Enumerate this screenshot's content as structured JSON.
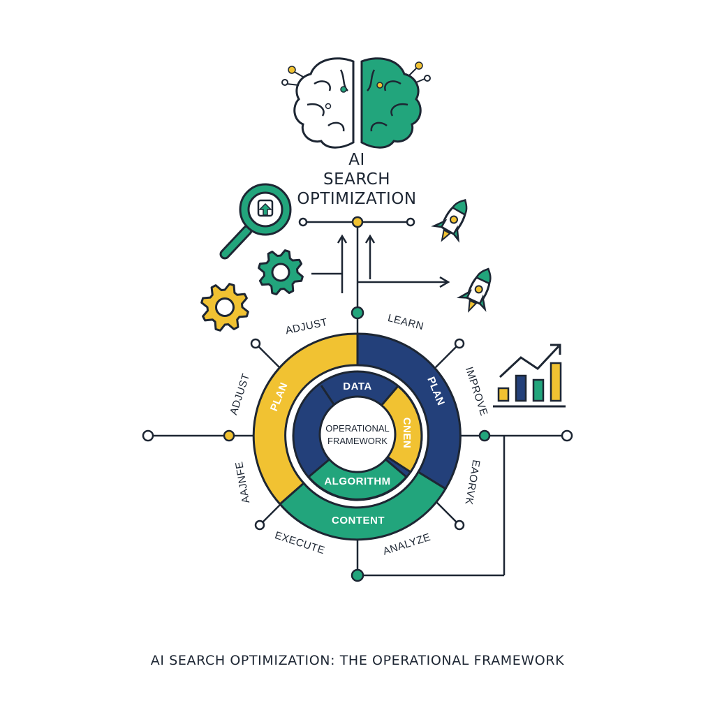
{
  "title": {
    "line1": "AI",
    "line2": "SEARCH",
    "line3": "OPTIMIZATION"
  },
  "caption": "AI SEARCH OPTIMIZATION: THE OPERATIONAL FRAMEWORK",
  "center": {
    "line1": "OPERATIONAL",
    "line2": "FRAMEWORK"
  },
  "outer_ring": {
    "plan_left": "PLAN",
    "plan_right": "PLAN",
    "content": "CONTENT"
  },
  "inner_ring": {
    "data": "DATA",
    "cnen": "CNEN",
    "algorithm": "ALGORITHM"
  },
  "spokes": {
    "adjust_top": "ADJUST",
    "learn": "LEARN",
    "adjust_left": "ADJUST",
    "improve": "IMPROVE",
    "aajnfe": "AAJNFE",
    "eaorvk": "EAORVK",
    "execute": "EXECUTE",
    "analyze": "ANALYZE"
  },
  "colors": {
    "navy": "#23407a",
    "yellow": "#f1c232",
    "green": "#22a57c",
    "ink": "#1d2633"
  },
  "icons": [
    "brain-icon",
    "magnifier-upload-icon",
    "gear-icon",
    "rocket-icon",
    "bar-chart-icon"
  ]
}
